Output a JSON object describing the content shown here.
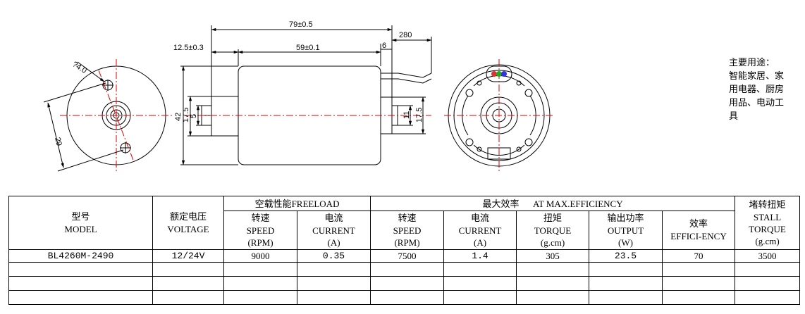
{
  "drawing": {
    "dims": {
      "total_length": "79±0.5",
      "lead_length": "280",
      "shaft_ext": "12.5±0.3",
      "body_length": "59±0.1",
      "rear_boss": "6",
      "body_dia": "42",
      "flange_dia": "17.5",
      "shaft_dia": "5",
      "rear_dia_1": "11",
      "rear_dia_2": "17.5",
      "hole_dia": "?4.0",
      "hole_pitch": "29"
    }
  },
  "uses": {
    "title": "主要用途：",
    "lines": [
      "智能家居、家",
      "用电器、厨房",
      "用品、电动工",
      "具"
    ]
  },
  "table": {
    "model_zh": "型号",
    "model_en": "MODEL",
    "voltage_zh": "额定电压",
    "voltage_en": "VOLTAGE",
    "freeload_group": "空载性能FREELOAD",
    "efficiency_group": "最大效率      AT MAX.EFFICIENCY",
    "stall_zh": "堵转扭矩",
    "stall_en_1": "STALL",
    "stall_en_2": "TORQUE",
    "stall_unit": "(g.cm)",
    "columns": {
      "fl_speed": {
        "zh": "转速",
        "en": "SPEED",
        "unit": "(RPM)"
      },
      "fl_current": {
        "zh": "电流",
        "en": "CURRENT",
        "unit": "(A)"
      },
      "me_speed": {
        "zh": "转速",
        "en": "SPEED",
        "unit": "(RPM)"
      },
      "me_current": {
        "zh": "电流",
        "en": "CURRENT",
        "unit": "(A)"
      },
      "me_torque": {
        "zh": "扭矩",
        "en": "TORQUE",
        "unit": "(g.cm)"
      },
      "me_output": {
        "zh": "输出功率",
        "en": "OUTPUT",
        "unit": "(W)"
      },
      "me_eff": {
        "zh": "效率",
        "en": "EFFICI-ENCY"
      }
    },
    "row": {
      "model": "BL4260M-2490",
      "voltage": "12/24V",
      "fl_speed": "9000",
      "fl_current": "0.35",
      "me_speed": "7500",
      "me_current": "1.4",
      "me_torque": "305",
      "me_output": "23.5",
      "me_eff": "70",
      "stall": "3500"
    }
  }
}
